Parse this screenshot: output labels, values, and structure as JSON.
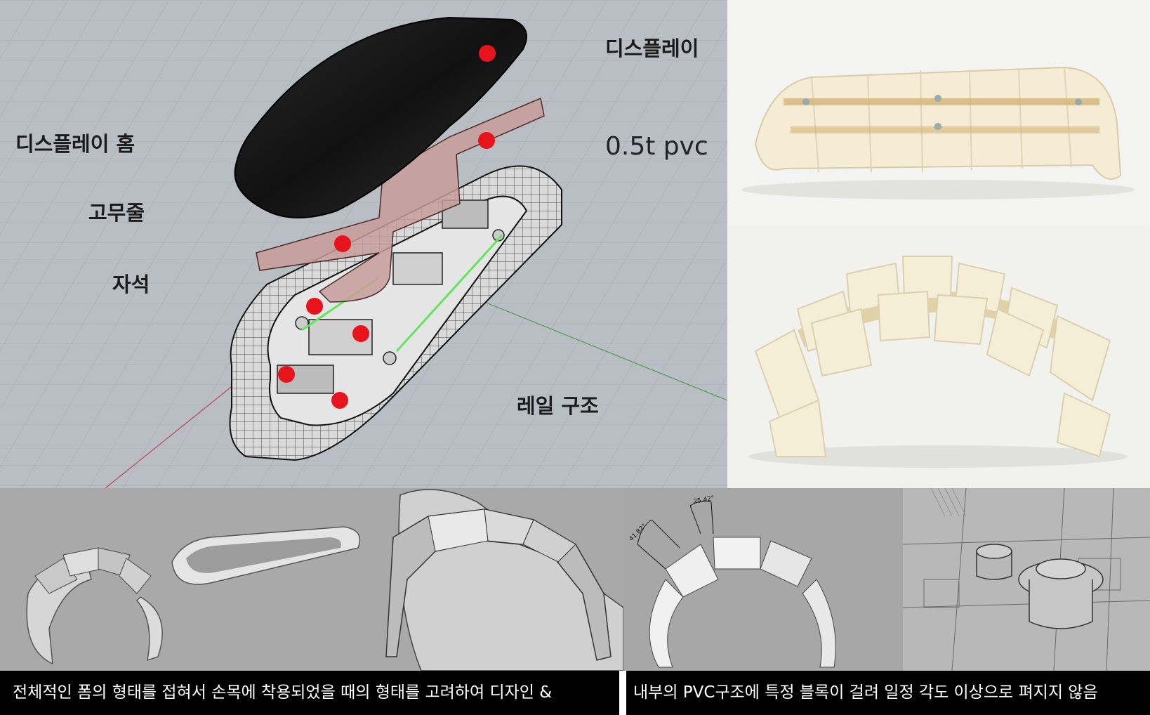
{
  "labels": {
    "display": "디스플레이",
    "display_groove": "디스플레이 홈",
    "pvc": "0.5t pvc",
    "rubber_band": "고무줄",
    "magnet": "자석",
    "rail": "레일 구조"
  },
  "captions": {
    "left": "전체적인 폼의 형태를 접혀서 손목에 착용되었을 때의 형태를 고려하여 디자인 &",
    "right": "내부의 PVC구조에 특정 블록이 걸려 일정 각도 이상으로 펴지지 않음"
  },
  "dimensions": {
    "d1": "41.82°",
    "d2": "25.42°"
  },
  "colors": {
    "marker": "#e8141c",
    "pvc": "#c79e9a",
    "rail": "#5fe65a",
    "cad_background": "#b9bec4",
    "caption_bar": "#000000"
  }
}
